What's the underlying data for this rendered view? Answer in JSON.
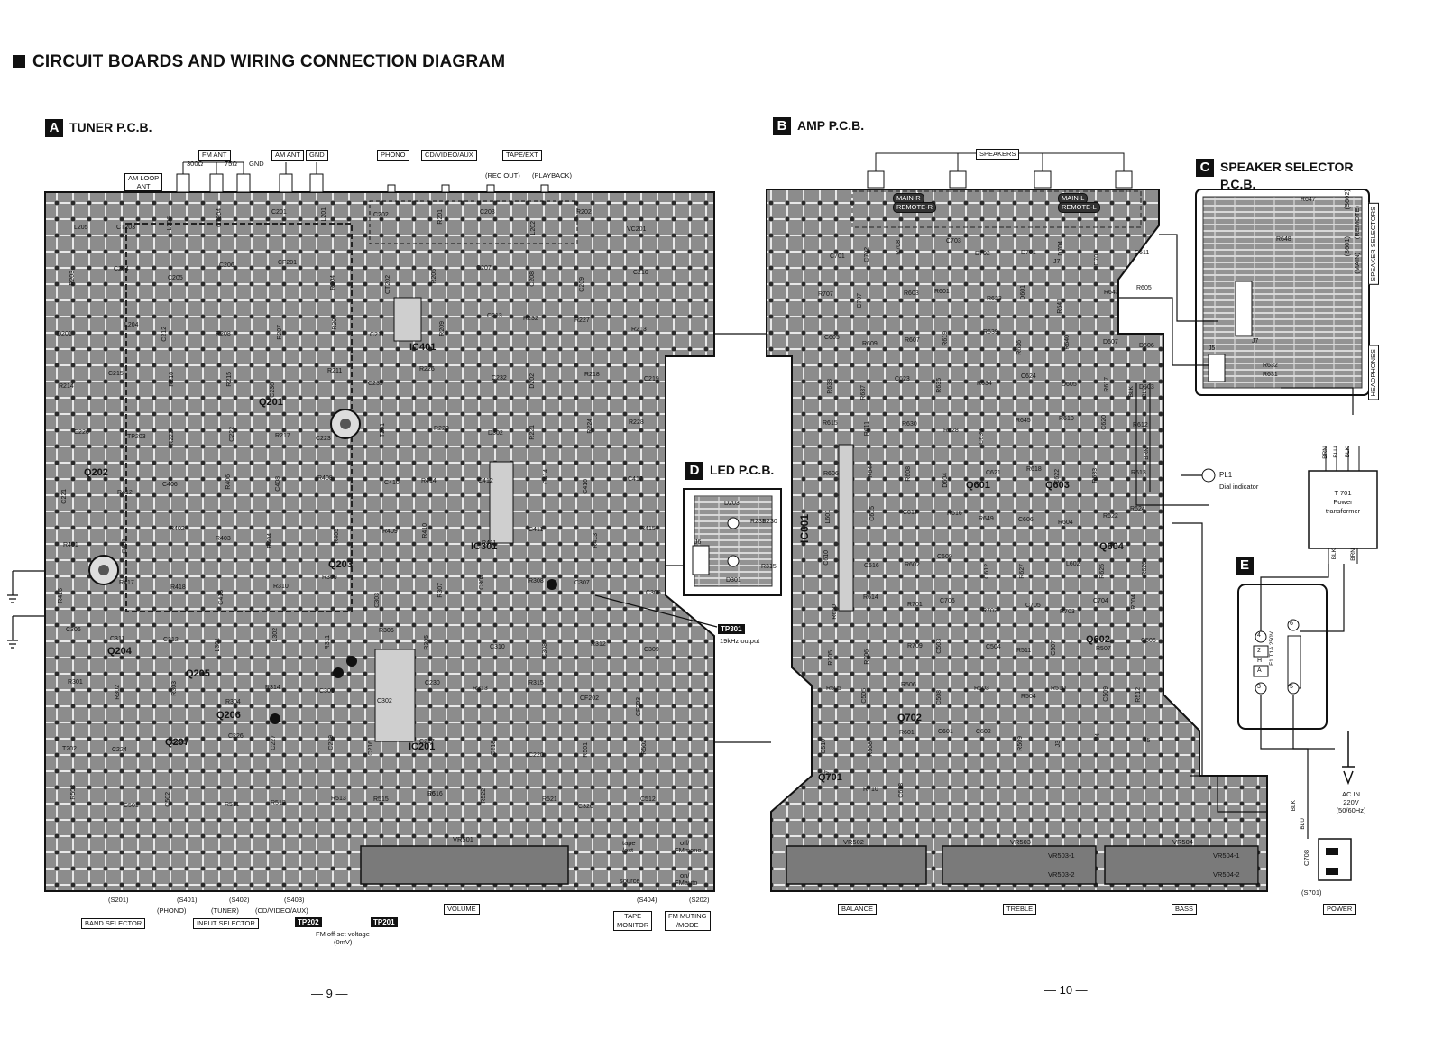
{
  "title": "CIRCUIT BOARDS AND WIRING CONNECTION DIAGRAM",
  "sections": {
    "a": {
      "letter": "A",
      "name": "TUNER P.C.B."
    },
    "b": {
      "letter": "B",
      "name": "AMP P.C.B."
    },
    "c": {
      "letter": "C",
      "name": "SPEAKER SELECTOR",
      "name2": "P.C.B."
    },
    "d": {
      "letter": "D",
      "name": "LED P.C.B."
    },
    "e": {
      "letter": "E"
    }
  },
  "tuner_top": {
    "fm_ant": "FM ANT",
    "ohm300": "300Ω",
    "ohm75": "75Ω",
    "gnd_small": "GND",
    "am_ant": "AM ANT",
    "gnd": "GND",
    "am_loop": "AM LOOP",
    "ant": "ANT",
    "phono": "PHONO",
    "cd_video_aux": "CD/VIDEO/AUX",
    "tape_ext": "TAPE/EXT",
    "rec_out": "(REC OUT)",
    "playback": "(PLAYBACK)"
  },
  "tuner_components": [
    "Q201",
    "Q202",
    "Q203",
    "Q204",
    "Q205",
    "Q206",
    "Q207",
    "IC401",
    "IC301",
    "IC201"
  ],
  "tuner_parts": [
    "L205",
    "CT203",
    "L206",
    "CT204",
    "C201",
    "L201",
    "C202",
    "R201",
    "C203",
    "L202",
    "R202",
    "VC201",
    "R203",
    "C204",
    "C205",
    "C206",
    "CF201",
    "R204",
    "CT202",
    "R205",
    "C207",
    "C208",
    "C209",
    "C210",
    "D201",
    "L204",
    "C212",
    "R208",
    "R207",
    "R206",
    "C211",
    "R209",
    "C213",
    "R232",
    "R227",
    "R213",
    "R214",
    "C215",
    "R216",
    "R215",
    "C236",
    "R211",
    "C239",
    "R226",
    "C232",
    "D202",
    "R218",
    "C219",
    "C226",
    "TP203",
    "R222",
    "C222",
    "R217",
    "C223",
    "T201",
    "R220",
    "D302",
    "R221",
    "R224",
    "R228",
    "C221",
    "R412",
    "C406",
    "R406",
    "C408",
    "R408",
    "C410",
    "R414",
    "C412",
    "C414",
    "C416",
    "C417",
    "R401",
    "C401",
    "R402",
    "R403",
    "R404",
    "R405",
    "R409",
    "R410",
    "R411",
    "C411",
    "R413",
    "R415",
    "R416",
    "R417",
    "R418",
    "C418",
    "R310",
    "R309",
    "C303",
    "R307",
    "C304",
    "R308",
    "C307",
    "C305",
    "C306",
    "C311",
    "C312",
    "L301",
    "L302",
    "R311",
    "R306",
    "R305",
    "C310",
    "C308",
    "R312",
    "C309",
    "R301",
    "R302",
    "R303",
    "R304",
    "R314",
    "C301",
    "C302",
    "C230",
    "R313",
    "R315",
    "CF202",
    "CF203",
    "T202",
    "C224",
    "C225",
    "C226",
    "C227",
    "C229",
    "C216",
    "C217",
    "C218",
    "C220",
    "R501",
    "R502",
    "R503",
    "C501",
    "C502",
    "R511",
    "R512",
    "R513",
    "R515",
    "R516",
    "R522",
    "R521",
    "C320",
    "C512"
  ],
  "tuner_bottom": {
    "s201": "(S201)",
    "s401": "(S401)",
    "s402": "(S402)",
    "s403": "(S403)",
    "phono": "(PHONO)",
    "tuner": "(TUNER)",
    "cdvideoaux": "(CD/VIDEO/AUX)",
    "band_selector": "BAND SELECTOR",
    "input_selector": "INPUT SELECTOR",
    "tp202": "TP202",
    "tp201": "TP201",
    "fm_offset": "FM off-set voltage",
    "zero_mv": "(0mV)",
    "volume": "VOLUME",
    "vr501": "VR501",
    "tape": "tape",
    "ext": "/ext",
    "source": "source",
    "s404": "(S404)",
    "tape_monitor": "TAPE",
    "tape_monitor2": "MONITOR",
    "off": "off/",
    "fm_mono": "FMmono",
    "on": "on/",
    "fm_auto": "FMauto",
    "s202": "(S202)",
    "fm_muting": "FM MUTING",
    "fm_muting2": "/MODE",
    "j6": "J6"
  },
  "led": {
    "d203": "D203",
    "r231": "R231",
    "r230": "R230",
    "j6": "J6",
    "d301": "D301",
    "r315": "R315",
    "tp301": "TP301",
    "tp301_desc": "19kHz output"
  },
  "amp_top": {
    "speakers": "SPEAKERS",
    "main_r": "MAIN-R",
    "remote_r": "REMOTE-R",
    "main_l": "MAIN-L",
    "remote_l": "REMOTE-L",
    "j7": "J7"
  },
  "amp_components": [
    "IC601",
    "Q601",
    "Q603",
    "Q604",
    "Q602",
    "Q702",
    "Q701"
  ],
  "amp_parts": [
    "C701",
    "C702",
    "R708",
    "C703",
    "D702",
    "D701",
    "D704",
    "D703",
    "C611",
    "R707",
    "C707",
    "R603",
    "R601",
    "R623",
    "D601",
    "R641",
    "R643",
    "R605",
    "C605",
    "R609",
    "R607",
    "R619",
    "R639",
    "R636",
    "R640",
    "D607",
    "D606",
    "R638",
    "R637",
    "C623",
    "R635",
    "R634",
    "C624",
    "D605",
    "R617",
    "D603",
    "R615",
    "R611",
    "R630",
    "R628",
    "C630",
    "R645",
    "R610",
    "C620",
    "R612",
    "R606",
    "R644",
    "R608",
    "D604",
    "C621",
    "R618",
    "C622",
    "R633",
    "R613",
    "L601",
    "C615",
    "C617",
    "R616",
    "R649",
    "C606",
    "R604",
    "R622",
    "R624",
    "C610",
    "C616",
    "R602",
    "C609",
    "C612",
    "R627",
    "L602",
    "R625",
    "R626",
    "R650",
    "R614",
    "R701",
    "C706",
    "R702",
    "C705",
    "R703",
    "C704",
    "R704",
    "R705",
    "R706",
    "R709",
    "C503",
    "C504",
    "R511",
    "C507",
    "R507",
    "C506",
    "R505",
    "C505",
    "R506",
    "C508",
    "R503",
    "R504",
    "R510",
    "C509",
    "R512",
    "C510",
    "R508",
    "R601",
    "C601",
    "C602",
    "R509",
    "J3",
    "J4",
    "J5",
    "J7",
    "R710",
    "C618"
  ],
  "amp_bottom": {
    "vr502": "VR502",
    "vr503": "VR503",
    "vr503_1": "VR503-1",
    "vr503_2": "VR503-2",
    "vr504": "VR504",
    "vr504_1": "VR504-1",
    "vr504_2": "VR504-2",
    "balance": "BALANCE",
    "treble": "TREBLE",
    "bass": "BASS"
  },
  "speaker_selector": {
    "r647": "R647",
    "r648": "R648",
    "r632": "R632",
    "r631": "R631",
    "j7": "J7",
    "j5": "J5",
    "s602": "(S602)",
    "remote": "(REMOTE)",
    "s601": "(S601)",
    "main": "(MAIN)",
    "selectors": "SPEAKER SELECTORS",
    "headphones": "HEADPHONES"
  },
  "power": {
    "pl1": "PL1",
    "dial": "Dial indicator",
    "t701": "T 701",
    "t701b": "Power",
    "t701c": "transformer",
    "brn": "BRN",
    "blu": "BLU",
    "blk": "BLK",
    "fuse": "F1 T1A 250V",
    "ac_in": "AC IN",
    "ac_v": "220V",
    "ac_hz": "(50/60Hz)",
    "c708": "C708",
    "s701": "(S701)",
    "power": "POWER",
    "n4": "4",
    "n2": "2",
    "nH": "H",
    "nA": "A",
    "n3": "3",
    "n6": "6",
    "n5": "5"
  },
  "pages": {
    "left": "— 9 —",
    "right": "— 10 —"
  }
}
